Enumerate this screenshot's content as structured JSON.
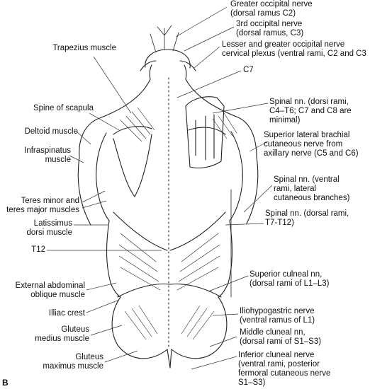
{
  "figure": {
    "panel_letter": "B",
    "labels_left": [
      {
        "id": "trapezius",
        "text": "Trapezius muscle"
      },
      {
        "id": "spine-scapula",
        "text": "Spine of scapula"
      },
      {
        "id": "deltoid",
        "text": "Deltoid muscle"
      },
      {
        "id": "infraspinatus",
        "text": "Infraspinatus\nmuscle"
      },
      {
        "id": "teres",
        "text": "Teres minor and\nteres major muscles"
      },
      {
        "id": "latissimus",
        "text": "Latissimus\ndorsi muscle"
      },
      {
        "id": "t12",
        "text": "T12"
      },
      {
        "id": "ext-oblique",
        "text": "External abdominal\noblique muscle"
      },
      {
        "id": "iliac-crest",
        "text": "Illiac crest"
      },
      {
        "id": "gluteus-medius",
        "text": "Gluteus\nmedius muscle"
      },
      {
        "id": "gluteus-maximus",
        "text": "Gluteus\nmaximus muscle"
      }
    ],
    "labels_right": [
      {
        "id": "greater-occipital",
        "text": "Greater occipital nerve\n(dorsal ramus C2)"
      },
      {
        "id": "third-occipital",
        "text": "3rd occipital nerve\n(dorsal ramus, C3)"
      },
      {
        "id": "lesser-occipital",
        "text": "Lesser and greater occipital nerve\ncervical plexus (ventral rami, C2 and C3"
      },
      {
        "id": "c7",
        "text": "C7"
      },
      {
        "id": "spinal-dorsi",
        "text": "Spinal nn. (dorsi rami,\nC4–T6; C7 and C8 are\nminimal)"
      },
      {
        "id": "sup-lat-brachial",
        "text": "Superior lateral brachial\ncutaneous nerve from\naxillary nerve (C5 and C6)"
      },
      {
        "id": "spinal-ventral",
        "text": "Spinal nn. (ventral\nrami, lateral\ncutaneous branches)"
      },
      {
        "id": "spinal-dorsal-t7",
        "text": "Spinal nn. (dorsal rami,\nT7-T12)"
      },
      {
        "id": "sup-cluneal",
        "text": "Superior culneal nn,\n(dorsal rami of L1–L3)"
      },
      {
        "id": "iliohypogastric",
        "text": "Iliohypogastric nerve\n(ventral ramus of L1)"
      },
      {
        "id": "middle-cluneal",
        "text": "Middle cluneal nn,\n(dorsal rami of S1–S3)"
      },
      {
        "id": "inferior-cluneal",
        "text": "Inferior cluneal nerve\n(ventral rami, posterior\nfermoral cutaneous nerve\nS1–S3)"
      }
    ]
  }
}
